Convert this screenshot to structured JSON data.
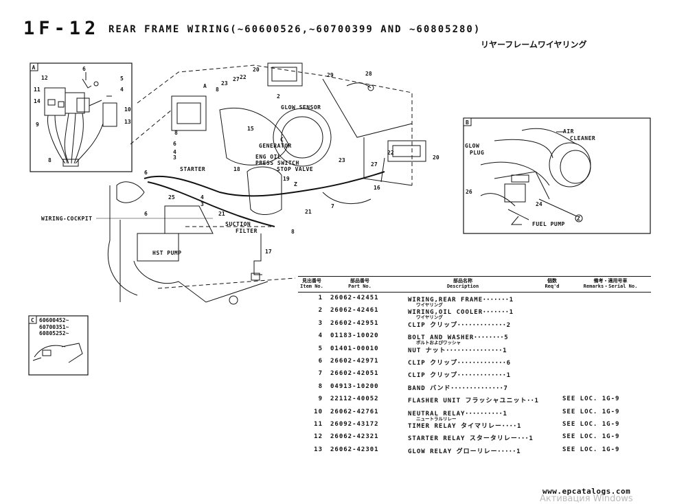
{
  "header": {
    "code": "1F-12",
    "title": "REAR FRAME WIRING(~60600526,~60700399 AND ~60805280)",
    "title_jp": "リヤーフレームワイヤリング"
  },
  "inset_a": {
    "tag": "A"
  },
  "inset_b": {
    "tag": "B",
    "labels": {
      "air_cleaner_1": "AIR",
      "air_cleaner_2": "CLEANER",
      "glow_plug_1": "GLOW",
      "glow_plug_2": "PLUG",
      "fuel_pump": "FUEL PUMP"
    }
  },
  "inset_c": {
    "tag": "C",
    "codes": [
      "60600452~",
      "60700351~",
      "60805252~"
    ]
  },
  "diagram_labels": {
    "glow_sensor": "GLOW SENSOR",
    "generator": "GENERATOR",
    "eng_oil": "ENG OIL",
    "press_switch": "PRESS SWITCH",
    "stop_valve": "STOP VALVE",
    "starter": "STARTER",
    "wiring_cockpit": "WIRING-COCKPIT",
    "suction": "SUCTION",
    "filter": "FILTER",
    "hst_pump": "HST PUMP"
  },
  "table": {
    "headers": {
      "item_jp": "見出番号",
      "item_en": "Item No.",
      "part_jp": "部品番号",
      "part_en": "Part No.",
      "desc_jp": "部品名称",
      "desc_en": "Description",
      "qty_jp": "個数",
      "qty_en": "Req'd",
      "rem_jp": "備考・適用号車",
      "rem_en": "Remarks・Serial No."
    },
    "rows": [
      {
        "item": "1",
        "part": "26062-42451",
        "desc": "WIRING,REAR FRAME･･･････1",
        "jp": "ワイヤリング",
        "remarks": ""
      },
      {
        "item": "2",
        "part": "26062-42461",
        "desc": "WIRING,OIL COOLER･･･････1",
        "jp": "ワイヤリング",
        "remarks": ""
      },
      {
        "item": "3",
        "part": "26602-42951",
        "desc": "CLIP クリップ･････････････2",
        "jp": "",
        "remarks": ""
      },
      {
        "item": "4",
        "part": "01183-10020",
        "desc": "BOLT AND WASHER････････5",
        "jp": "ボルトおよびワッシャ",
        "remarks": ""
      },
      {
        "item": "5",
        "part": "01401-00010",
        "desc": "NUT ナット･･･････････････1",
        "jp": "",
        "remarks": ""
      },
      {
        "item": "6",
        "part": "26602-42971",
        "desc": "CLIP クリップ･････････････6",
        "jp": "",
        "remarks": ""
      },
      {
        "item": "7",
        "part": "26602-42051",
        "desc": "CLIP クリップ･････････････1",
        "jp": "",
        "remarks": ""
      },
      {
        "item": "8",
        "part": "04913-10200",
        "desc": "BAND バンド･･････････････7",
        "jp": "",
        "remarks": ""
      },
      {
        "item": "9",
        "part": "22112-40052",
        "desc": "FLASHER UNIT フラッシャユニット･･1",
        "jp": "",
        "remarks": "SEE LOC. 1G-9"
      },
      {
        "item": "10",
        "part": "26062-42761",
        "desc": "NEUTRAL RELAY･･････････1",
        "jp": "ニュートラルリレー",
        "remarks": "SEE LOC. 1G-9"
      },
      {
        "item": "11",
        "part": "26092-43172",
        "desc": "TIMER RELAY タイマリレー････1",
        "jp": "",
        "remarks": "SEE LOC. 1G-9"
      },
      {
        "item": "12",
        "part": "26062-42321",
        "desc": "STARTER RELAY スタータリレー･･･1",
        "jp": "",
        "remarks": "SEE LOC. 1G-9"
      },
      {
        "item": "13",
        "part": "26062-42301",
        "desc": "GLOW RELAY グローリレー･････1",
        "jp": "",
        "remarks": "SEE LOC. 1G-9"
      }
    ]
  },
  "footer": {
    "url": "www.epcatalogs.com",
    "watermark": "Активация Windows"
  }
}
